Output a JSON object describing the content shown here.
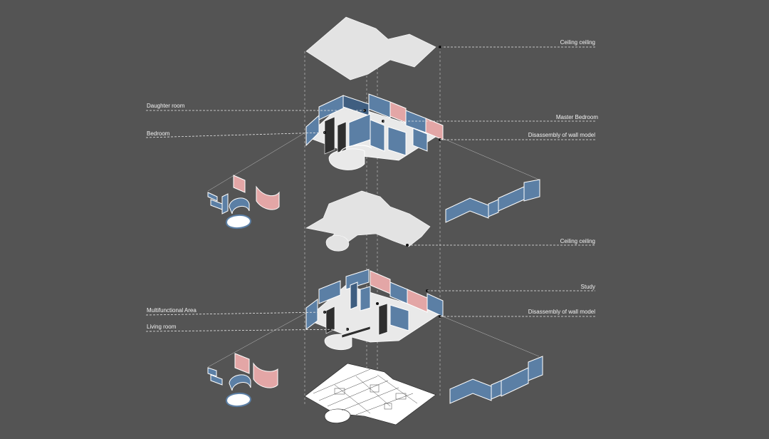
{
  "labels": {
    "ceiling_top": "Ceiling ceiling",
    "daughter_room": "Daughter room",
    "master_bedroom": "Master Bedroom",
    "bedroom": "Bedroom",
    "wall_model_upper": "Disassembly of wall model",
    "ceiling_lower": "Ceiling ceiling",
    "study": "Study",
    "multifunctional_area": "Multifunctional Area",
    "wall_model_lower": "Disassembly of wall model",
    "living_room": "Living room"
  },
  "colors": {
    "background": "#545454",
    "slab": "#e3e3e3",
    "wall_blue": "#5b7fa5",
    "wall_blue_dark": "#3f5e80",
    "wall_pink": "#e3a6a6",
    "floor_plan": "#ffffff",
    "dark_panel": "#2f2f2f",
    "leader_line": "#e6e6e6"
  }
}
